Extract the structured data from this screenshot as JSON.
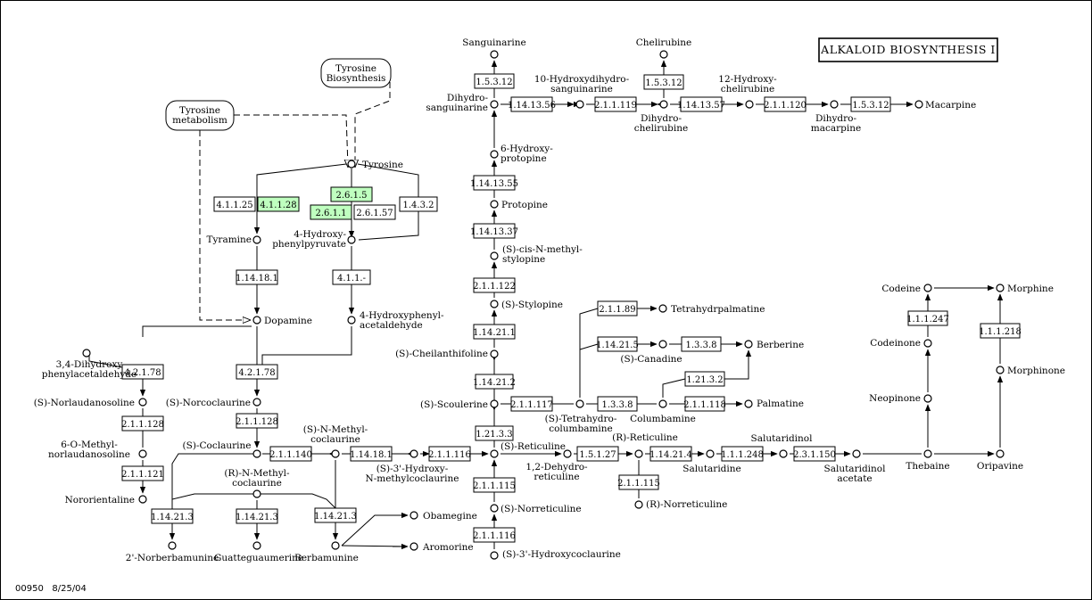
{
  "title": "ALKALOID BIOSYNTHESIS I",
  "footer": {
    "map_id": "00950",
    "date": "8/25/04"
  },
  "links": [
    {
      "id": "tyr-bio",
      "label": [
        "Tyrosine",
        "Biosynthesis"
      ]
    },
    {
      "id": "tyr-met",
      "label": [
        "Tyrosine",
        "metabolism"
      ]
    }
  ],
  "enzymes": [
    {
      "id": "e1",
      "label": "4.1.1.25"
    },
    {
      "id": "e2",
      "label": "4.1.1.28",
      "hl": true
    },
    {
      "id": "e3",
      "label": "2.6.1.5",
      "hl": true
    },
    {
      "id": "e4",
      "label": "2.6.1.1",
      "hl": true
    },
    {
      "id": "e5",
      "label": "2.6.1.57"
    },
    {
      "id": "e6",
      "label": "1.4.3.2"
    },
    {
      "id": "e7",
      "label": "1.14.18.1"
    },
    {
      "id": "e8",
      "label": "4.1.1.-"
    },
    {
      "id": "e9",
      "label": "4.2.1.78"
    },
    {
      "id": "e10",
      "label": "4.2.1.78"
    },
    {
      "id": "e11",
      "label": "2.1.1.128"
    },
    {
      "id": "e12",
      "label": "2.1.1.128"
    },
    {
      "id": "e13",
      "label": "2.1.1.121"
    },
    {
      "id": "e14",
      "label": "2.1.1.140"
    },
    {
      "id": "e15",
      "label": "1.14.18.1"
    },
    {
      "id": "e16",
      "label": "2.1.1.116"
    },
    {
      "id": "e17",
      "label": "1.14.21.3"
    },
    {
      "id": "e18",
      "label": "1.14.21.3"
    },
    {
      "id": "e19",
      "label": "1.14.21.3"
    },
    {
      "id": "e20",
      "label": "2.1.1.115"
    },
    {
      "id": "e21",
      "label": "2.1.1.116"
    },
    {
      "id": "e22",
      "label": "1.21.3.3"
    },
    {
      "id": "e23",
      "label": "1.14.21.2"
    },
    {
      "id": "e24",
      "label": "1.14.21.1"
    },
    {
      "id": "e25",
      "label": "2.1.1.122"
    },
    {
      "id": "e26",
      "label": "1.14.13.37"
    },
    {
      "id": "e27",
      "label": "1.14.13.55"
    },
    {
      "id": "e28",
      "label": "1.5.3.12"
    },
    {
      "id": "e29",
      "label": "1.14.13.56"
    },
    {
      "id": "e30",
      "label": "2.1.1.119"
    },
    {
      "id": "e31",
      "label": "1.5.3.12"
    },
    {
      "id": "e32",
      "label": "1.14.13.57"
    },
    {
      "id": "e33",
      "label": "2.1.1.120"
    },
    {
      "id": "e34",
      "label": "1.5.3.12"
    },
    {
      "id": "e35",
      "label": "2.1.1.117"
    },
    {
      "id": "e36",
      "label": "2.1.1.89"
    },
    {
      "id": "e37",
      "label": "1.14.21.5"
    },
    {
      "id": "e38",
      "label": "1.3.3.8"
    },
    {
      "id": "e39",
      "label": "1.3.3.8"
    },
    {
      "id": "e40",
      "label": "1.21.3.2"
    },
    {
      "id": "e41",
      "label": "2.1.1.118"
    },
    {
      "id": "e42",
      "label": "1.5.1.27"
    },
    {
      "id": "e43",
      "label": "2.1.1.115"
    },
    {
      "id": "e44",
      "label": "1.14.21.4"
    },
    {
      "id": "e45",
      "label": "1.1.1.248"
    },
    {
      "id": "e46",
      "label": "2.3.1.150"
    },
    {
      "id": "e47",
      "label": "1.1.1.247"
    },
    {
      "id": "e48",
      "label": "1.1.1.218"
    }
  ],
  "compounds": [
    {
      "id": "c1",
      "label": [
        "Tyrosine"
      ]
    },
    {
      "id": "c2",
      "label": [
        "Tyramine"
      ]
    },
    {
      "id": "c3",
      "label": [
        "4-Hydroxy-",
        "phenylpyruvate"
      ]
    },
    {
      "id": "c4",
      "label": [
        "Dopamine"
      ]
    },
    {
      "id": "c5",
      "label": [
        "4-Hydroxyphenyl-",
        "acetaldehyde"
      ]
    },
    {
      "id": "c6",
      "label": [
        "3,4-Dihydroxy",
        "phenylacetaldehyde"
      ]
    },
    {
      "id": "c7",
      "label": [
        "(S)-Norlaudanosoline"
      ]
    },
    {
      "id": "c8",
      "label": [
        "6-O-Methyl-",
        "norlaudanosoline"
      ]
    },
    {
      "id": "c9",
      "label": [
        "Nororientaline"
      ]
    },
    {
      "id": "c10",
      "label": [
        "(S)-Norcoclaurine"
      ]
    },
    {
      "id": "c11",
      "label": [
        "(S)-Coclaurine"
      ]
    },
    {
      "id": "c12",
      "label": [
        "(S)-N-Methyl-",
        "coclaurine"
      ]
    },
    {
      "id": "c13",
      "label": [
        "(S)-3'-Hydroxy-",
        "N-methylcoclaurine"
      ]
    },
    {
      "id": "c14",
      "label": [
        "(R)-N-Methyl-",
        "coclaurine"
      ]
    },
    {
      "id": "c15",
      "label": [
        "2'-Norberbamunine"
      ]
    },
    {
      "id": "c16",
      "label": [
        "Guatteguaumerine"
      ]
    },
    {
      "id": "c17",
      "label": [
        "Berbamunine"
      ]
    },
    {
      "id": "c18",
      "label": [
        "Obamegine"
      ]
    },
    {
      "id": "c19",
      "label": [
        "Aromorine"
      ]
    },
    {
      "id": "c20",
      "label": [
        "(S)-Reticuline"
      ]
    },
    {
      "id": "c21",
      "label": [
        "(S)-Norreticuline"
      ]
    },
    {
      "id": "c22",
      "label": [
        "(S)-3'-Hydroxycoclaurine"
      ]
    },
    {
      "id": "c23",
      "label": [
        "(S)-Scoulerine"
      ]
    },
    {
      "id": "c24",
      "label": [
        "(S)-Cheilanthifoline"
      ]
    },
    {
      "id": "c25",
      "label": [
        "(S)-Stylopine"
      ]
    },
    {
      "id": "c26",
      "label": [
        "(S)-cis-N-methyl-",
        "stylopine"
      ]
    },
    {
      "id": "c27",
      "label": [
        "Protopine"
      ]
    },
    {
      "id": "c28",
      "label": [
        "6-Hydroxy-",
        "protopine"
      ]
    },
    {
      "id": "c29",
      "label": [
        "Dihydro-",
        "sanguinarine"
      ]
    },
    {
      "id": "c30",
      "label": [
        "Sanguinarine"
      ]
    },
    {
      "id": "c31",
      "label": [
        "10-Hydroxydihydro-",
        "sanguinarine"
      ]
    },
    {
      "id": "c32",
      "label": [
        "Dihydro-",
        "chelirubine"
      ]
    },
    {
      "id": "c33",
      "label": [
        "Chelirubine"
      ]
    },
    {
      "id": "c34",
      "label": [
        "12-Hydroxy-",
        "chelirubine"
      ]
    },
    {
      "id": "c35",
      "label": [
        "Dihydro-",
        "macarpine"
      ]
    },
    {
      "id": "c36",
      "label": [
        "Macarpine"
      ]
    },
    {
      "id": "c37",
      "label": [
        "(S)-Tetrahydro-",
        "columbamine"
      ]
    },
    {
      "id": "c38",
      "label": [
        "Tetrahydrpalmatine"
      ]
    },
    {
      "id": "c39",
      "label": [
        "(S)-Canadine"
      ]
    },
    {
      "id": "c40",
      "label": [
        "Berberine"
      ]
    },
    {
      "id": "c41",
      "label": [
        "Columbamine"
      ]
    },
    {
      "id": "c42",
      "label": [
        "Palmatine"
      ]
    },
    {
      "id": "c43",
      "label": [
        "1,2-Dehydro-",
        "reticuline"
      ]
    },
    {
      "id": "c44",
      "label": [
        "(R)-Reticuline"
      ]
    },
    {
      "id": "c45",
      "label": [
        "(R)-Norreticuline"
      ]
    },
    {
      "id": "c46",
      "label": [
        "Salutaridine"
      ]
    },
    {
      "id": "c47",
      "label": [
        "Salutaridinol"
      ]
    },
    {
      "id": "c48",
      "label": [
        "Salutaridinol",
        "acetate"
      ]
    },
    {
      "id": "c49",
      "label": [
        "Thebaine"
      ]
    },
    {
      "id": "c50",
      "label": [
        "Oripavine"
      ]
    },
    {
      "id": "c51",
      "label": [
        "Neopinone"
      ]
    },
    {
      "id": "c52",
      "label": [
        "Codeinone"
      ]
    },
    {
      "id": "c53",
      "label": [
        "Codeine"
      ]
    },
    {
      "id": "c54",
      "label": [
        "Morphine"
      ]
    },
    {
      "id": "c55",
      "label": [
        "Morphinone"
      ]
    }
  ]
}
